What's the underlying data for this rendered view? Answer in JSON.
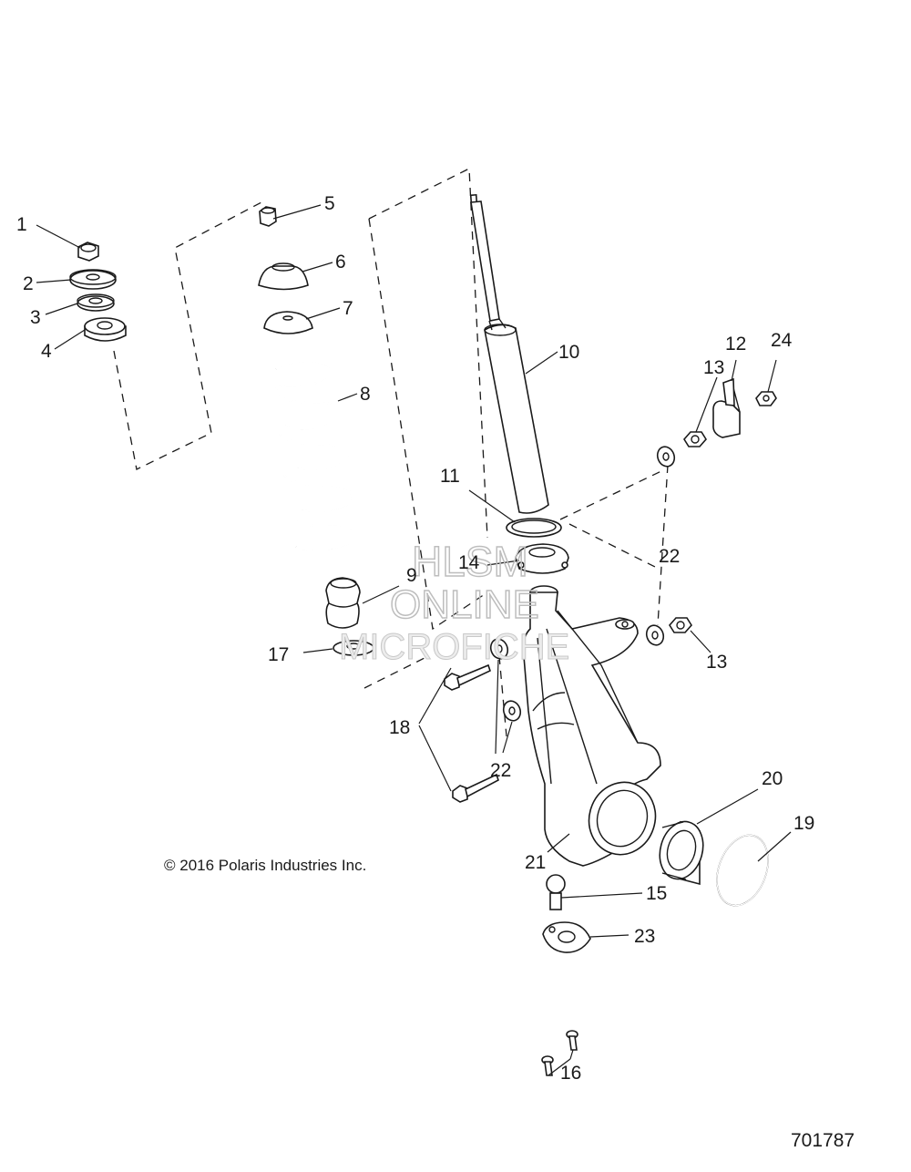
{
  "diagram": {
    "callouts": {
      "p1": "1",
      "p2": "2",
      "p3": "3",
      "p4": "4",
      "p5": "5",
      "p6": "6",
      "p7": "7",
      "p8": "8",
      "p9": "9",
      "p10": "10",
      "p11": "11",
      "p12": "12",
      "p13a": "13",
      "p13b": "13",
      "p14": "14",
      "p15": "15",
      "p16": "16",
      "p17": "17",
      "p18": "18",
      "p19": "19",
      "p20": "20",
      "p21": "21",
      "p22a": "22",
      "p22b": "22",
      "p23": "23",
      "p24": "24"
    },
    "copyright": "© 2016 Polaris Industries Inc.",
    "drawing_number": "701787",
    "watermark": {
      "line1": "HLSM",
      "line2": "ONLINE",
      "line3": "MICROFICHE"
    }
  }
}
